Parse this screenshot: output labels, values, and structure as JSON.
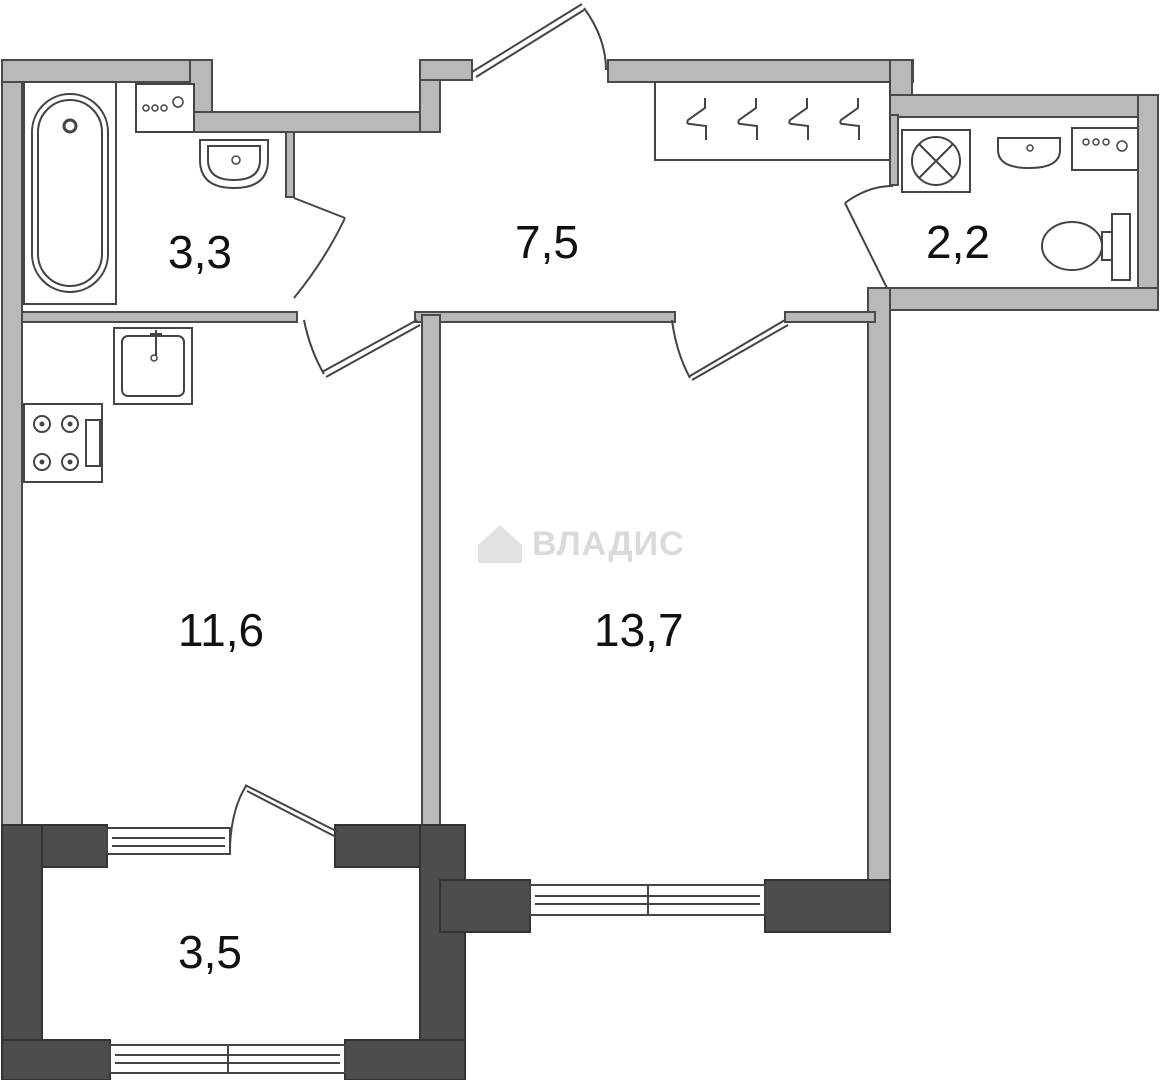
{
  "rooms": [
    {
      "id": "bathroom",
      "label": "3,3"
    },
    {
      "id": "hallway",
      "label": "7,5"
    },
    {
      "id": "toilet",
      "label": "2,2"
    },
    {
      "id": "kitchen",
      "label": "11,6"
    },
    {
      "id": "living-room",
      "label": "13,7"
    },
    {
      "id": "balcony",
      "label": "3,5"
    }
  ],
  "watermark": "ВЛАДИС",
  "colors": {
    "wall": "#b9b9b9",
    "exterior_wall": "#4d4d4d",
    "line": "#444444"
  }
}
